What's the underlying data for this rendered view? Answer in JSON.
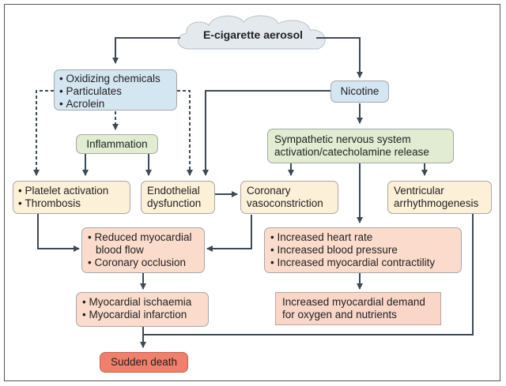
{
  "source": {
    "label": "E-cigarette aerosol",
    "icon": "cloud"
  },
  "oxidizing": {
    "items": [
      "Oxidizing chemicals",
      "Particulates",
      "Acrolein"
    ]
  },
  "nicotine": {
    "label": "Nicotine"
  },
  "inflammation": {
    "label": "Inflammation"
  },
  "sympathetic": {
    "lines": [
      "Sympathetic nervous system",
      "activation/catecholamine release"
    ]
  },
  "platelet": {
    "items": [
      "Platelet activation",
      "Thrombosis"
    ]
  },
  "endothelial": {
    "lines": [
      "Endothelial",
      "dysfunction"
    ]
  },
  "coronary": {
    "lines": [
      "Coronary",
      "vasoconstriction"
    ]
  },
  "ventricular": {
    "lines": [
      "Ventricular",
      "arrhythmogenesis"
    ]
  },
  "reduced": {
    "items": [
      "Reduced myocardial",
      "blood flow",
      "Coronary occlusion"
    ]
  },
  "increased": {
    "items": [
      "Increased heart rate",
      "Increased blood pressure",
      "Increased myocardial contractility"
    ]
  },
  "ischaemia": {
    "items": [
      "Myocardial ischaemia",
      "Myocardial infarction"
    ]
  },
  "demand": {
    "lines": [
      "Increased myocardial demand",
      "for oxygen and nutrients"
    ]
  },
  "sudden_death": {
    "label": "Sudden death"
  },
  "colors": {
    "blue": "#d5e6f3",
    "green": "#e1ecd2",
    "yellow": "#fdf0d8",
    "salmon": "#fbdccc",
    "red": "#f0806b",
    "arrow": "#3d4a55"
  }
}
